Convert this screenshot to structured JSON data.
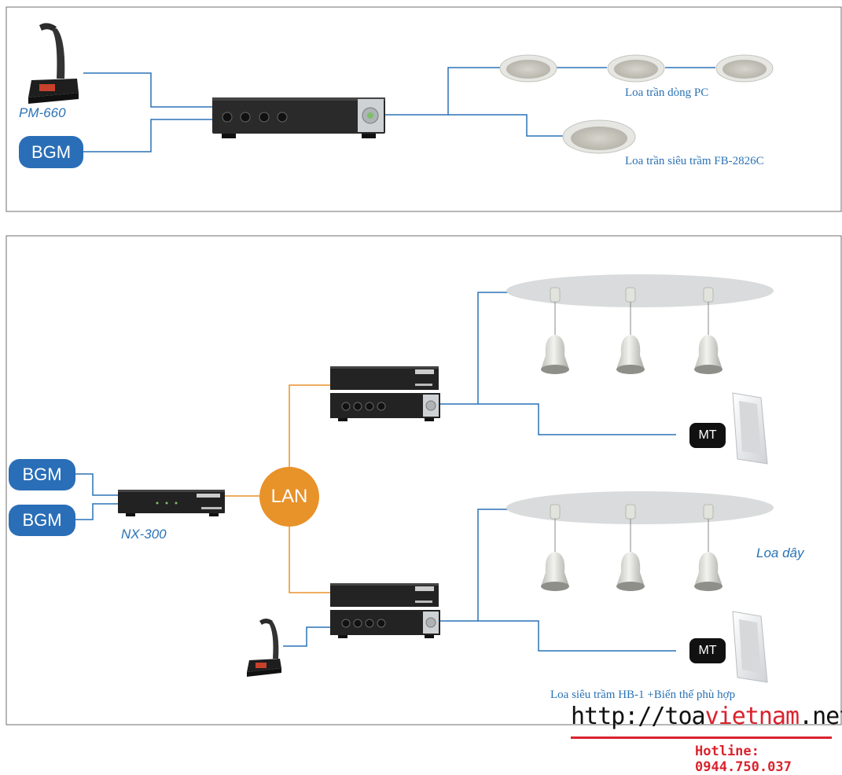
{
  "top_panel": {
    "mic_label": "PM-660",
    "bgm_label": "BGM",
    "ceiling_speakers_label": "Loa trần dòng PC",
    "subwoofer_label": "Loa trần siêu trầm FB-2826C"
  },
  "bottom_panel": {
    "bgm_1_label": "BGM",
    "bgm_2_label": "BGM",
    "nx300_label": "NX-300",
    "lan_label": "LAN",
    "mt_1_label": "MT",
    "mt_2_label": "MT",
    "pendant_label": "Loa dây",
    "subwoofer_label": "Loa siêu trầm HB-1 +Biến thế phù hợp"
  },
  "footer": {
    "url_prefix": "http://toa",
    "url_highlight": "vietnam",
    "url_suffix": ".net",
    "hotline": "Hotline: 0944.750.037"
  },
  "colors": {
    "wire_blue": "#2a72b5",
    "wire_orange": "#e8922a",
    "pill_blue": "#2a6eb7",
    "accent_red": "#d9232e"
  }
}
